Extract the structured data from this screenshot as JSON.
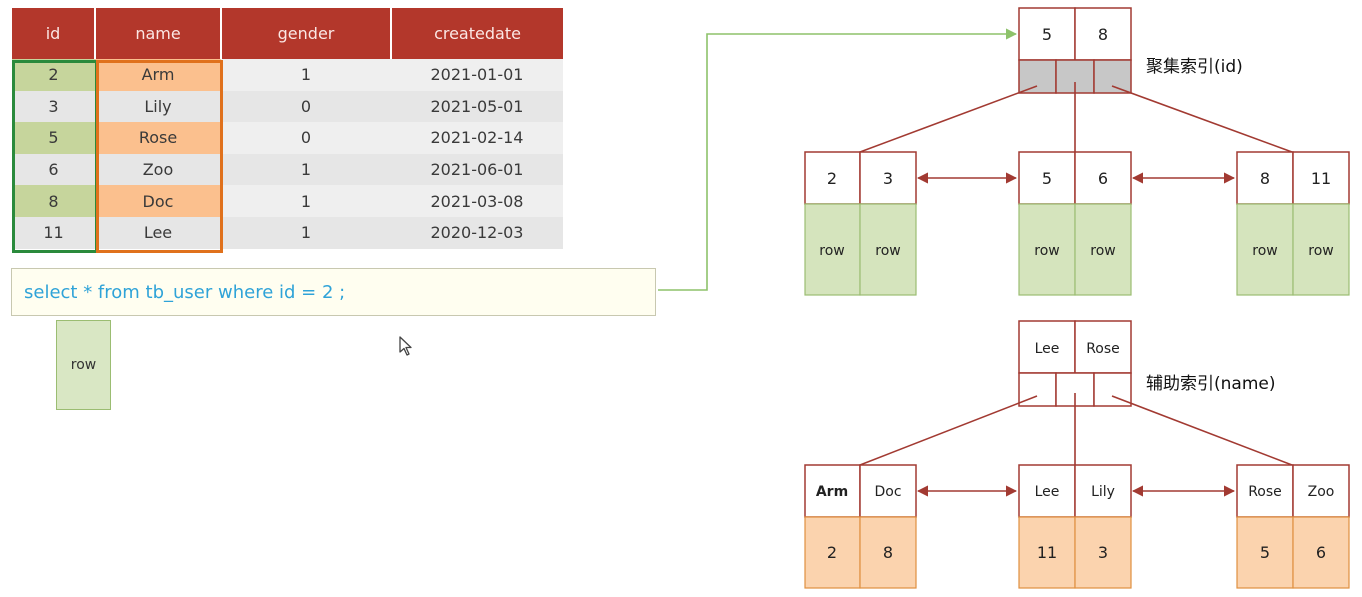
{
  "table": {
    "headers": [
      "id",
      "name",
      "gender",
      "createdate"
    ],
    "rows": [
      [
        "2",
        "Arm",
        "1",
        "2021-01-01"
      ],
      [
        "3",
        "Lily",
        "0",
        "2021-05-01"
      ],
      [
        "5",
        "Rose",
        "0",
        "2021-02-14"
      ],
      [
        "6",
        "Zoo",
        "1",
        "2021-06-01"
      ],
      [
        "8",
        "Doc",
        "1",
        "2021-03-08"
      ],
      [
        "11",
        "Lee",
        "1",
        "2020-12-03"
      ]
    ]
  },
  "query": "select * from tb_user where id = 2 ;",
  "result_row_label": "row",
  "clustered_index": {
    "label": "聚集索引(id)",
    "root": [
      "5",
      "8"
    ],
    "leaves": [
      {
        "keys": [
          "2",
          "3"
        ],
        "values": [
          "row",
          "row"
        ]
      },
      {
        "keys": [
          "5",
          "6"
        ],
        "values": [
          "row",
          "row"
        ]
      },
      {
        "keys": [
          "8",
          "11"
        ],
        "values": [
          "row",
          "row"
        ]
      }
    ]
  },
  "secondary_index": {
    "label": "辅助索引(name)",
    "root": [
      "Lee",
      "Rose"
    ],
    "leaves": [
      {
        "keys": [
          "Arm",
          "Doc"
        ],
        "values": [
          "2",
          "8"
        ]
      },
      {
        "keys": [
          "Lee",
          "Lily"
        ],
        "values": [
          "11",
          "3"
        ]
      },
      {
        "keys": [
          "Rose",
          "Zoo"
        ],
        "values": [
          "5",
          "6"
        ]
      }
    ]
  },
  "colors": {
    "header_bg": "#b3372b",
    "node_border": "#a23a32",
    "row_green": "#d5e4bd",
    "row_orange": "#fbd3ae",
    "query_text": "#2fa3d8",
    "arrow_green": "#8dc26a"
  },
  "icons": [
    "mouse-pointer-icon"
  ]
}
